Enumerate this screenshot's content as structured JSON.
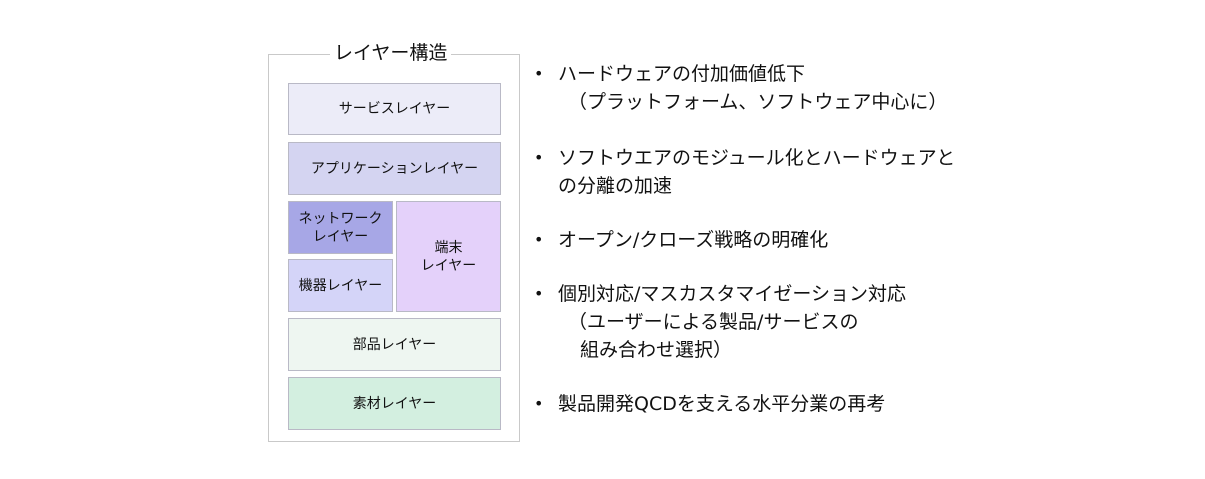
{
  "frame_title": "レイヤー構造",
  "layers": {
    "service": "サービスレイヤー",
    "application": "アプリケーションレイヤー",
    "network": "ネットワーク\nレイヤー",
    "device": "機器レイヤー",
    "terminal": "端末\nレイヤー",
    "parts": "部品レイヤー",
    "material": "素材レイヤー"
  },
  "colors": {
    "service": "#ececf8",
    "application": "#d4d4f1",
    "network": "#a7a7e6",
    "device": "#d4d4f8",
    "terminal": "#e4d1fa",
    "parts": "#eef6f1",
    "material": "#d3efe0"
  },
  "bullet_glyph": "•",
  "bullets": [
    {
      "line1": "ハードウェアの付加価値低下",
      "line2": "（プラットフォーム、ソフトウェア中心に）",
      "line3": ""
    },
    {
      "line1": "ソフトウエアのモジュール化とハードウェアと",
      "line2": "の分離の加速",
      "line3": ""
    },
    {
      "line1": "オープン/クローズ戦略の明確化",
      "line2": "",
      "line3": ""
    },
    {
      "line1": "個別対応/マスカスタマイゼーション対応",
      "line2": "（ユーザーによる製品/サービスの",
      "line3": "組み合わせ選択）"
    },
    {
      "line1": "製品開発QCDを支える水平分業の再考",
      "line2": "",
      "line3": ""
    }
  ]
}
